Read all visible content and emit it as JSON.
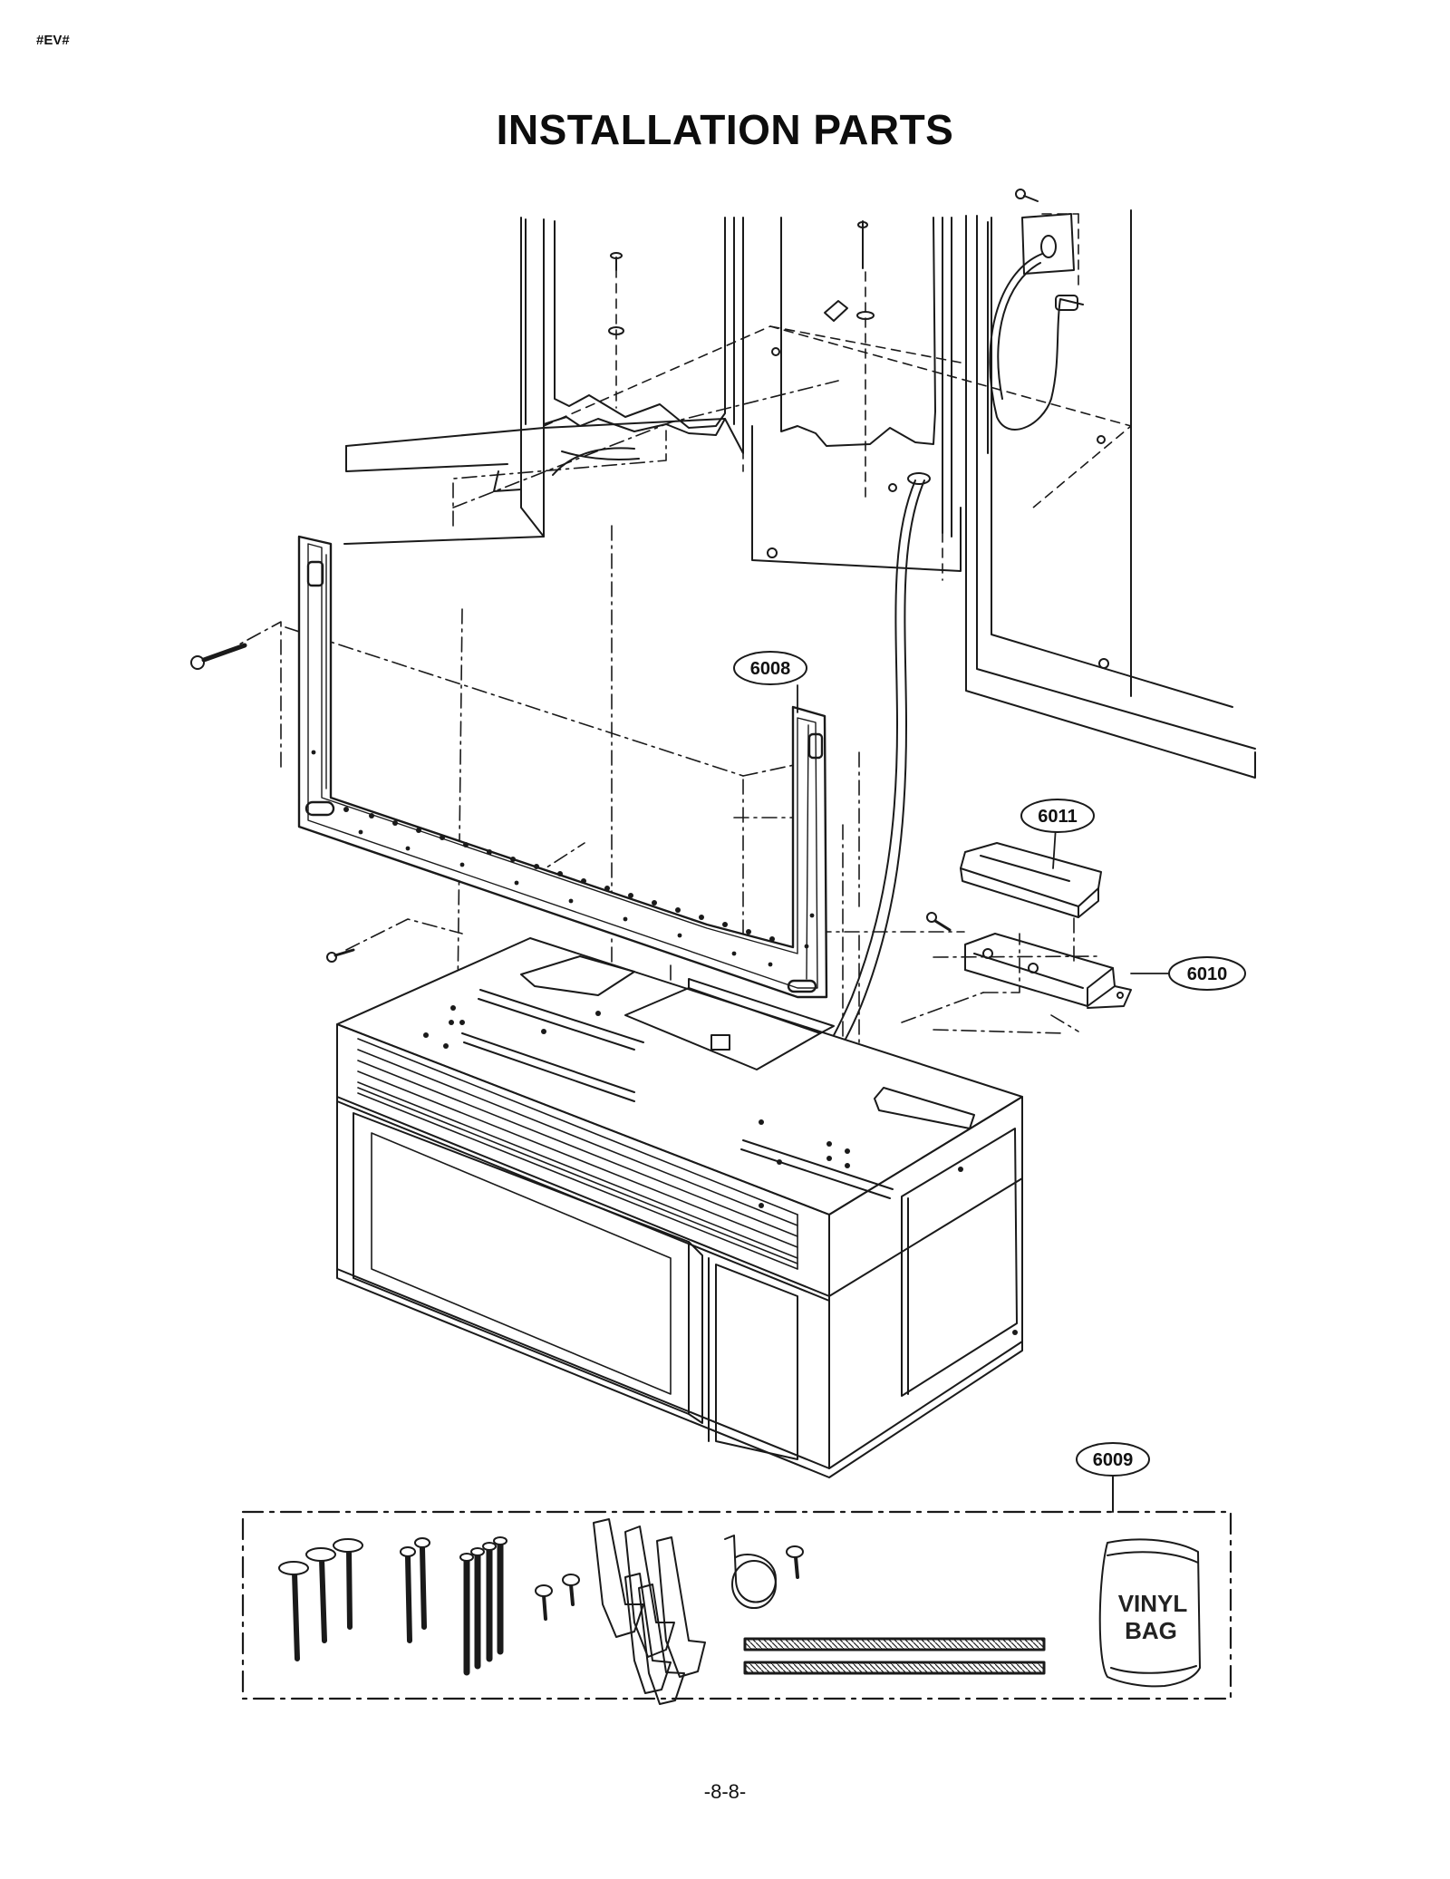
{
  "page": {
    "header_code": "#EV#",
    "title": "INSTALLATION PARTS",
    "page_number": "-8-8-"
  },
  "callouts": [
    {
      "id": "bracket",
      "label": "6008"
    },
    {
      "id": "installation-kit",
      "label": "6009"
    },
    {
      "id": "junction-box",
      "label": "6010"
    },
    {
      "id": "junction-box-cover",
      "label": "6011"
    }
  ],
  "kit_contents": {
    "bag_label_line1": "VINYL",
    "bag_label_line2": "BAG"
  }
}
